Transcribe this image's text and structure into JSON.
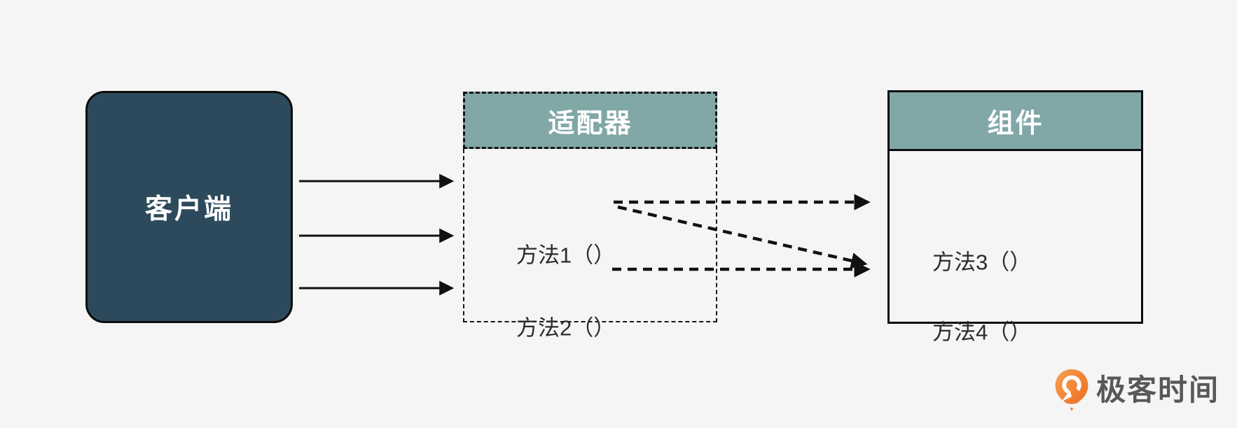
{
  "page": {
    "background": "#f4f5f4",
    "kind": "adapter-pattern-diagram"
  },
  "colors": {
    "client_box": "#2c4a5b",
    "section_header": "#81a7a7",
    "border": "#0c0c0c",
    "method_text": "#2b2b2b",
    "arrow": "#111111",
    "logo_orange": "#ee7523",
    "logo_text_gray": "#595757"
  },
  "client": {
    "label": "客户端"
  },
  "adapter": {
    "title": "适配器",
    "methods": [
      "方法1（）",
      "方法2（）"
    ]
  },
  "component": {
    "title": "组件",
    "methods": [
      "方法3（）",
      "方法4（）"
    ]
  },
  "connections": [
    {
      "from": "客户端",
      "to": "适配器",
      "style": "solid"
    },
    {
      "from": "客户端",
      "to": "适配器",
      "style": "solid"
    },
    {
      "from": "客户端",
      "to": "适配器",
      "style": "solid"
    },
    {
      "from": "方法1（）",
      "to": "方法3（）",
      "style": "dashed"
    },
    {
      "from": "方法1（）",
      "to": "方法4（）",
      "style": "dashed"
    },
    {
      "from": "方法2（）",
      "to": "方法4（）",
      "style": "dashed"
    }
  ],
  "logo": {
    "text": "极客时间"
  }
}
